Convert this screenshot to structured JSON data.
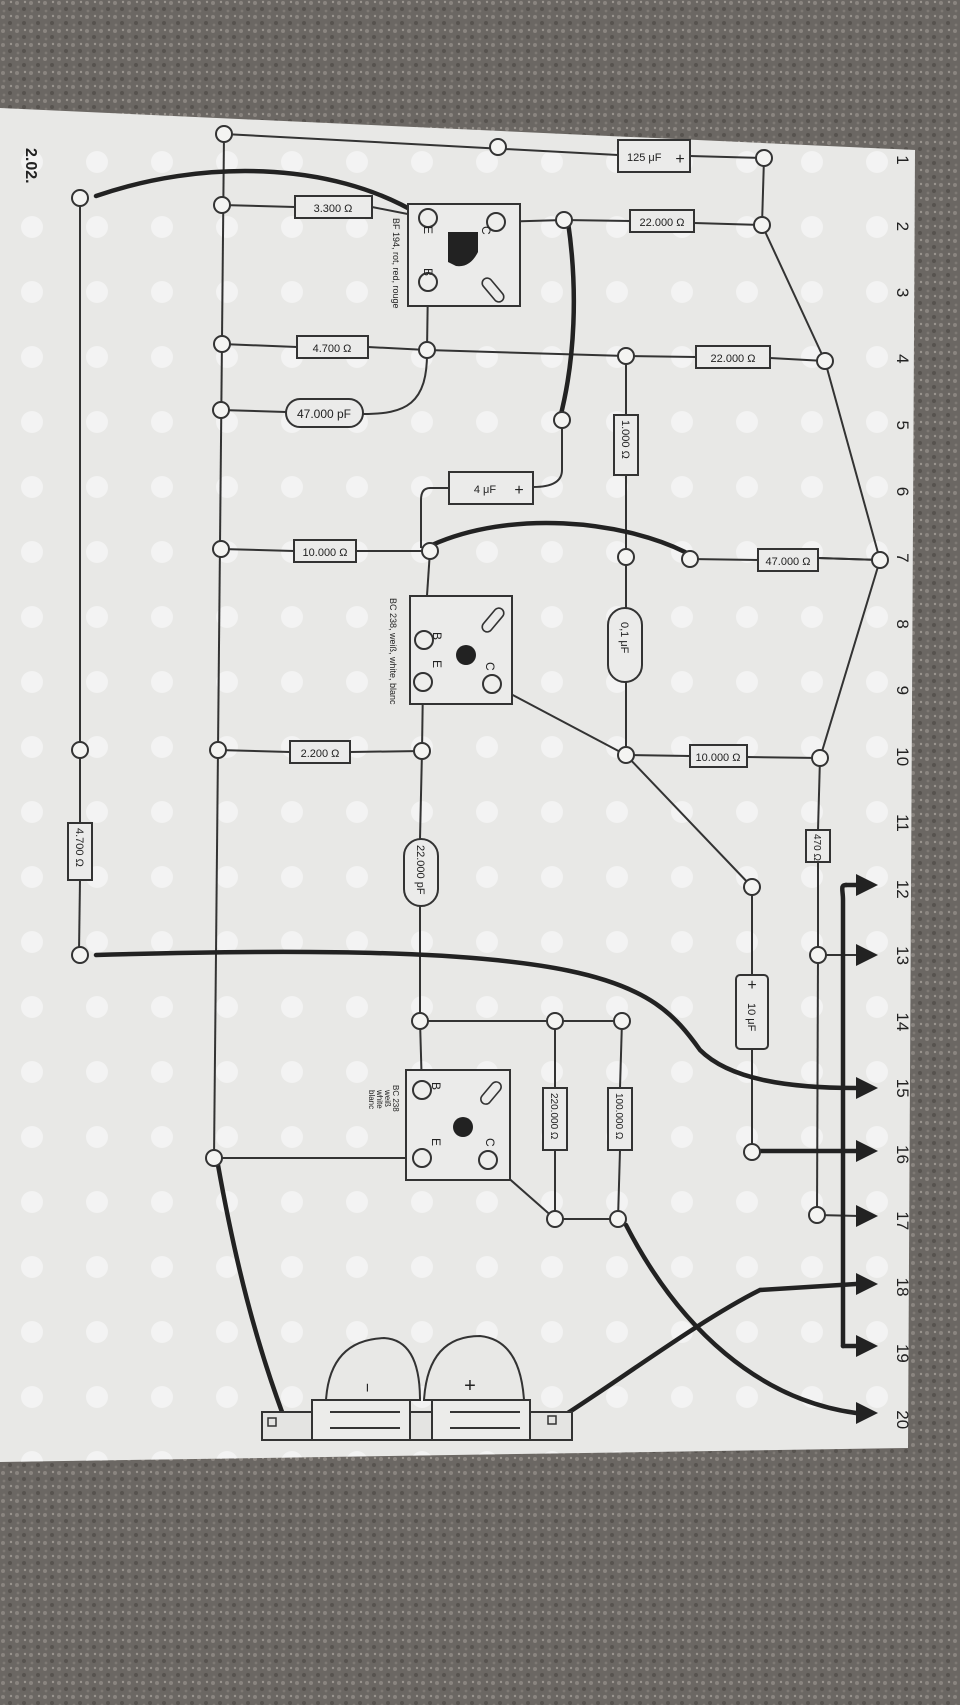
{
  "sheet": {
    "page_number": "2.02."
  },
  "terminals": [
    "1",
    "2",
    "3",
    "4",
    "5",
    "6",
    "7",
    "8",
    "9",
    "10",
    "11",
    "12",
    "13",
    "14",
    "15",
    "16",
    "17",
    "18",
    "19",
    "20"
  ],
  "components": {
    "c_125uf": {
      "text": "125 μF",
      "polarity": "+"
    },
    "r_3300": {
      "text": "3.300 Ω"
    },
    "r_22000_a": {
      "text": "22.000 Ω"
    },
    "r_4700_a": {
      "text": "4.700 Ω"
    },
    "r_22000_b": {
      "text": "22.000 Ω"
    },
    "c_47000pf": {
      "text": "47.000 pF"
    },
    "r_1000": {
      "text": "1.000 Ω"
    },
    "c_4uf": {
      "text": "4 μF",
      "polarity": "+"
    },
    "r_10000_a": {
      "text": "10.000 Ω"
    },
    "r_47000": {
      "text": "47.000 Ω"
    },
    "c_01uf": {
      "text": "0,1 μF"
    },
    "r_2200": {
      "text": "2.200 Ω"
    },
    "r_10000_b": {
      "text": "10.000 Ω"
    },
    "r_4700_b": {
      "text": "4.700 Ω"
    },
    "r_470": {
      "text": "470 Ω"
    },
    "c_22000pf": {
      "text": "22.000 pF"
    },
    "c_10uf": {
      "text": "10 μF",
      "polarity": "+"
    },
    "r_220000": {
      "text": "220.000 Ω"
    },
    "r_100000": {
      "text": "100.000 Ω"
    }
  },
  "transistors": {
    "t1": {
      "label": "BF 194, rot, red, rouge",
      "pin_e": "E",
      "pin_b": "B",
      "pin_c": "C"
    },
    "t2": {
      "label": "BC 238, weiß, white, blanc",
      "pin_e": "E",
      "pin_b": "B",
      "pin_c": "C"
    },
    "t3": {
      "label_1": "BC 238",
      "label_2": "weiß",
      "label_3": "white",
      "label_4": "blanc",
      "pin_e": "E",
      "pin_b": "B",
      "pin_c": "C"
    }
  },
  "battery": {
    "minus": "−",
    "plus": "+"
  },
  "colors": {
    "paper": "#e9e9e7",
    "ink": "#2b2b2b",
    "carpet": "#6e6a66",
    "dots": "#ffffff"
  }
}
